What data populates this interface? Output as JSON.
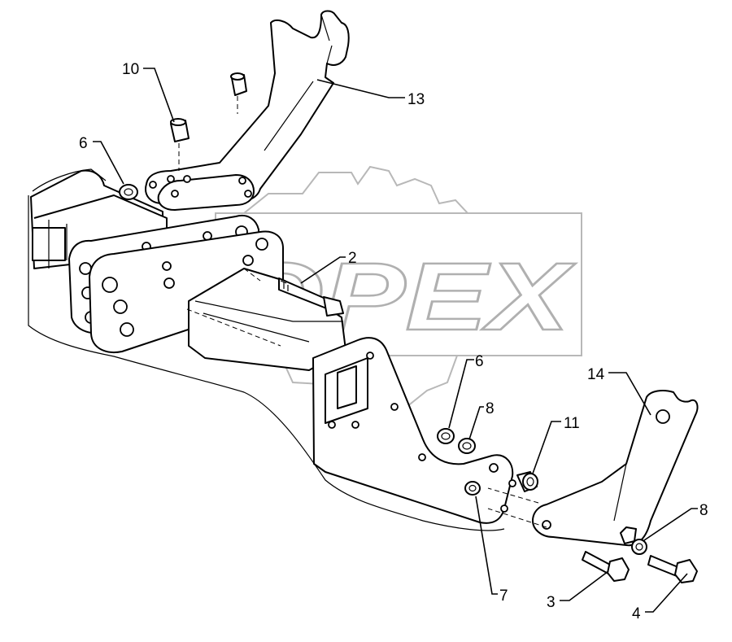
{
  "watermark": {
    "text": "OPEX"
  },
  "callouts": [
    {
      "id": "c10",
      "label": "10"
    },
    {
      "id": "c13",
      "label": "13"
    },
    {
      "id": "c6a",
      "label": "6"
    },
    {
      "id": "c2",
      "label": "2"
    },
    {
      "id": "c6b",
      "label": "6"
    },
    {
      "id": "c8a",
      "label": "8"
    },
    {
      "id": "c14",
      "label": "14"
    },
    {
      "id": "c11",
      "label": "11"
    },
    {
      "id": "c8b",
      "label": "8"
    },
    {
      "id": "c7",
      "label": "7"
    },
    {
      "id": "c3",
      "label": "3"
    },
    {
      "id": "c4",
      "label": "4"
    }
  ]
}
